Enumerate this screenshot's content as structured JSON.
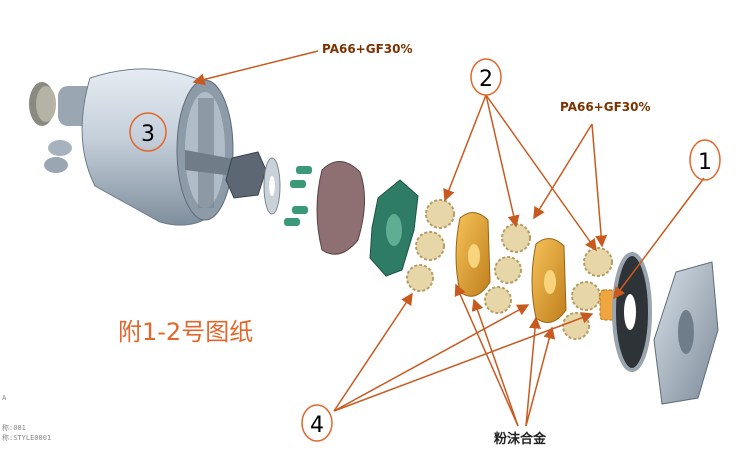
{
  "labels": {
    "material_top": "PA66+GF30%",
    "material_right": "PA66+GF30%",
    "title": "附1-2号图纸",
    "powder_alloy": "粉沫合金",
    "num_1": "1",
    "num_2": "2",
    "num_3": "3",
    "num_4": "4",
    "corner_line1": "A",
    "corner_line2": "称:001",
    "corner_line3": "称:STYLE0001"
  },
  "colors": {
    "annotation": "#e3662b",
    "arrow": "#c85a1f",
    "housing": "#b9c6d3",
    "spacer": "#2f7c66",
    "carrier_gold": "#e0a33a",
    "gear_cream": "#e6d6a8",
    "gear_orange": "#f0a640",
    "cam_brown": "#8c6e70",
    "plate_grey": "#a9b7c6"
  }
}
